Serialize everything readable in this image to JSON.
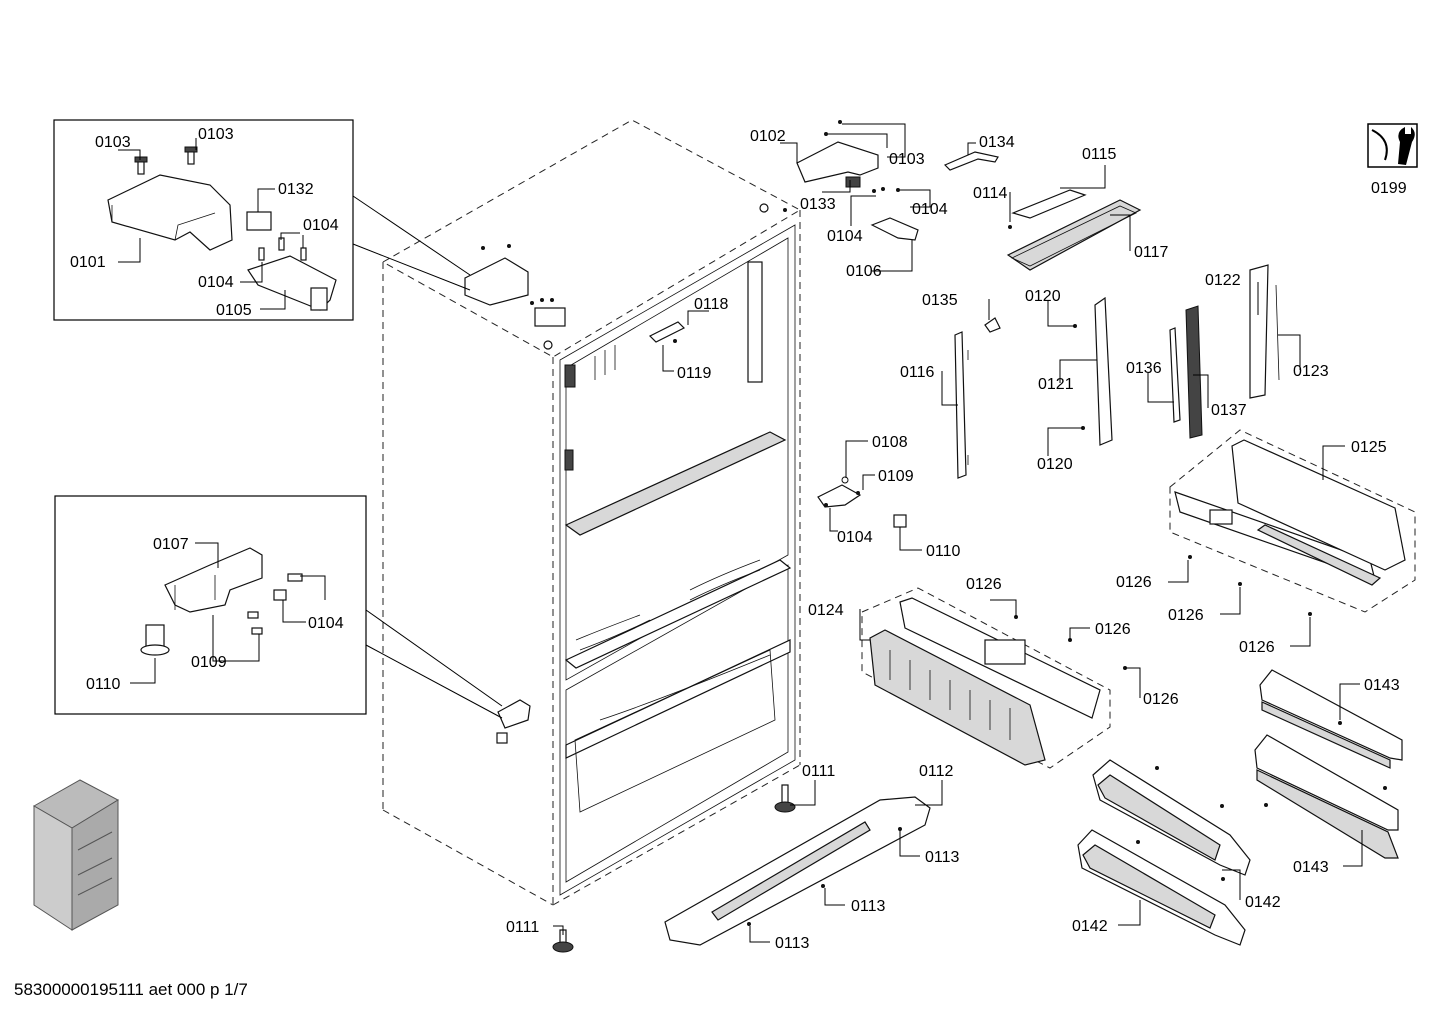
{
  "document_id": "58300000195111 aet 000 p 1/7",
  "callouts": {
    "c0101": "0101",
    "c0102": "0102",
    "c0103a": "0103",
    "c0103b": "0103",
    "c0103c": "0103",
    "c0104a": "0104",
    "c0104b": "0104",
    "c0104c": "0104",
    "c0104d": "0104",
    "c0104e": "0104",
    "c0104f": "0104",
    "c0105": "0105",
    "c0106": "0106",
    "c0107": "0107",
    "c0108": "0108",
    "c0109a": "0109",
    "c0109b": "0109",
    "c0110a": "0110",
    "c0110b": "0110",
    "c0111a": "0111",
    "c0111b": "0111",
    "c0112": "0112",
    "c0113a": "0113",
    "c0113b": "0113",
    "c0113c": "0113",
    "c0114": "0114",
    "c0115": "0115",
    "c0116": "0116",
    "c0117": "0117",
    "c0118": "0118",
    "c0119": "0119",
    "c0120a": "0120",
    "c0120b": "0120",
    "c0121": "0121",
    "c0122": "0122",
    "c0123": "0123",
    "c0124": "0124",
    "c0125": "0125",
    "c0126a": "0126",
    "c0126b": "0126",
    "c0126c": "0126",
    "c0126d": "0126",
    "c0126e": "0126",
    "c0126f": "0126",
    "c0132": "0132",
    "c0133": "0133",
    "c0134": "0134",
    "c0135": "0135",
    "c0136": "0136",
    "c0137": "0137",
    "c0142a": "0142",
    "c0142b": "0142",
    "c0143a": "0143",
    "c0143b": "0143",
    "c0199": "0199"
  },
  "icons": {
    "service_tool": "wrench-icon",
    "overview": "appliance-thumbnail-icon"
  }
}
